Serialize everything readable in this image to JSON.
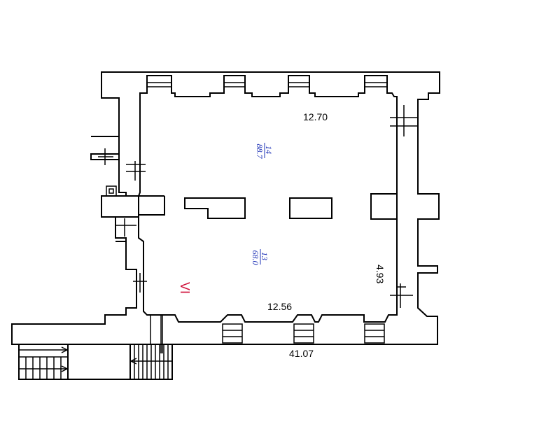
{
  "plan": {
    "dimensions": {
      "top_inner": "12.70",
      "bottom_inner": "12.56",
      "right_side": "4.93",
      "outer_bottom": "41.07"
    },
    "rooms": [
      {
        "number": "14",
        "area": "88.7"
      },
      {
        "number": "13",
        "area": "68.0"
      }
    ],
    "section_label": "VI",
    "colors": {
      "lines": "#000000",
      "room_labels": "#1a2fb5",
      "section_label": "#d0103a"
    }
  }
}
